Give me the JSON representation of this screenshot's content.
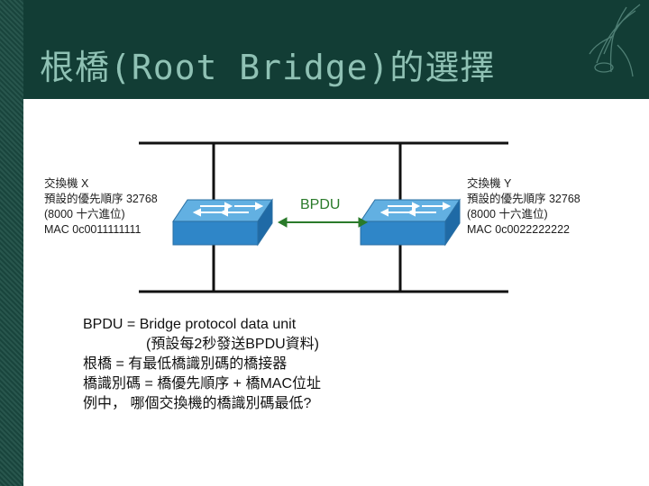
{
  "title": "根橋(Root Bridge)的選擇",
  "switch_x": {
    "name": "交換機 X",
    "priority": "預設的優先順序 32768",
    "hex": "(8000 十六進位)",
    "mac": "MAC 0c0011111111"
  },
  "switch_y": {
    "name": "交換機 Y",
    "priority": "預設的優先順序 32768",
    "hex": "(8000 十六進位)",
    "mac": "MAC 0c0022222222"
  },
  "bpdu_label": "BPDU",
  "notes": [
    "BPDU = Bridge protocol data unit",
    "(預設每2秒發送BPDU資料)",
    "根橋 = 有最低橋識別碼的橋接器",
    "橋識別碼 = 橋優先順序 + 橋MAC位址",
    "例中， 哪個交換機的橋識別碼最低?"
  ],
  "colors": {
    "background": "#123d35",
    "title": "#8fc1b4",
    "switch_top": "#5aa8dc",
    "switch_front": "#2e82c4",
    "bpdu": "#2a7a2a"
  }
}
